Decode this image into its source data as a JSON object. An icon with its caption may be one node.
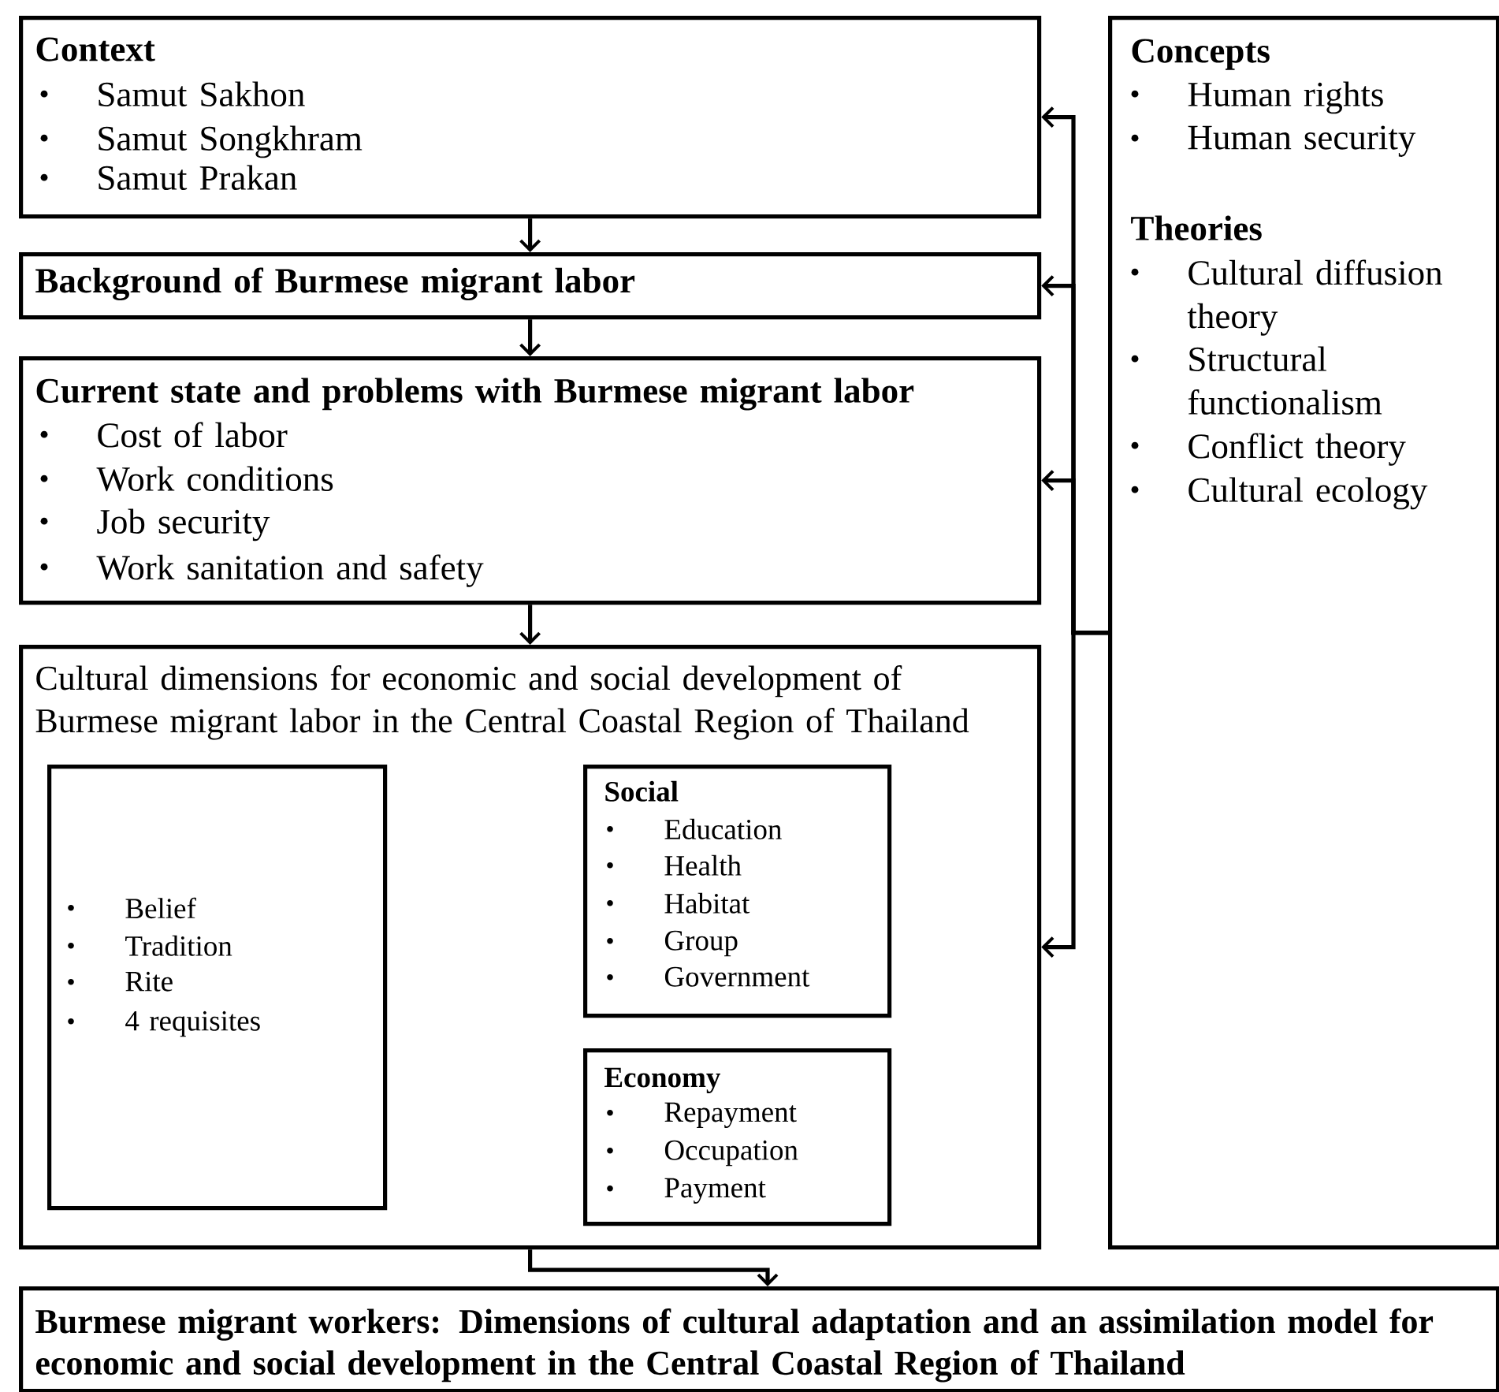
{
  "diagram": {
    "nodes": [
      {
        "text": [
          "Context",
          "Samut Sakhon",
          "Samut Songkhram",
          "Samut Prakan"
        ]
      },
      {
        "text": [
          "Concepts",
          "Human rights",
          "Human security",
          "Theories",
          "Cultural diffusion theory",
          "Structural functionalism",
          "Conflict theory",
          "Cultural ecology"
        ]
      },
      {
        "text": [
          "Background of Burmese migrant labor"
        ]
      },
      {
        "text": [
          "Current state and problems with Burmese migrant labor",
          "Cost of labor",
          "Work conditions",
          "Job security",
          "Work sanitation and safety"
        ]
      },
      {
        "text": [
          "Cultural dimensions for economic and social development of Burmese migrant labor in the Central Coastal Region of Thailand"
        ]
      },
      {
        "text": [
          "Belief",
          "Tradition",
          "Rite",
          "4 requisites"
        ],
        "in": 4
      },
      {
        "text": [
          "Social",
          "Education",
          "Health",
          "Habitat",
          "Group",
          "Government"
        ],
        "in": 4
      },
      {
        "text": [
          "Economy",
          "Repayment",
          "Occupation",
          "Payment"
        ],
        "in": 4
      },
      {
        "text": [
          "Burmese migrant workers: Dimensions of cultural adaptation and an assimilation model for economic and social development in the Central Coastal Region of Thailand"
        ]
      }
    ],
    "edges": [
      {
        "from": 0,
        "to": 2,
        "arrow": "to"
      },
      {
        "from": 2,
        "to": 3,
        "arrow": "to"
      },
      {
        "from": 3,
        "to": 4,
        "arrow": "to"
      },
      {
        "from": 4,
        "to": 8,
        "arrow": "to"
      },
      {
        "from": 1,
        "to": 0,
        "arrow": "to"
      },
      {
        "from": 1,
        "to": 2,
        "arrow": "to"
      },
      {
        "from": 1,
        "to": 3,
        "arrow": "to"
      },
      {
        "from": 1,
        "to": 4,
        "arrow": "to"
      }
    ]
  }
}
